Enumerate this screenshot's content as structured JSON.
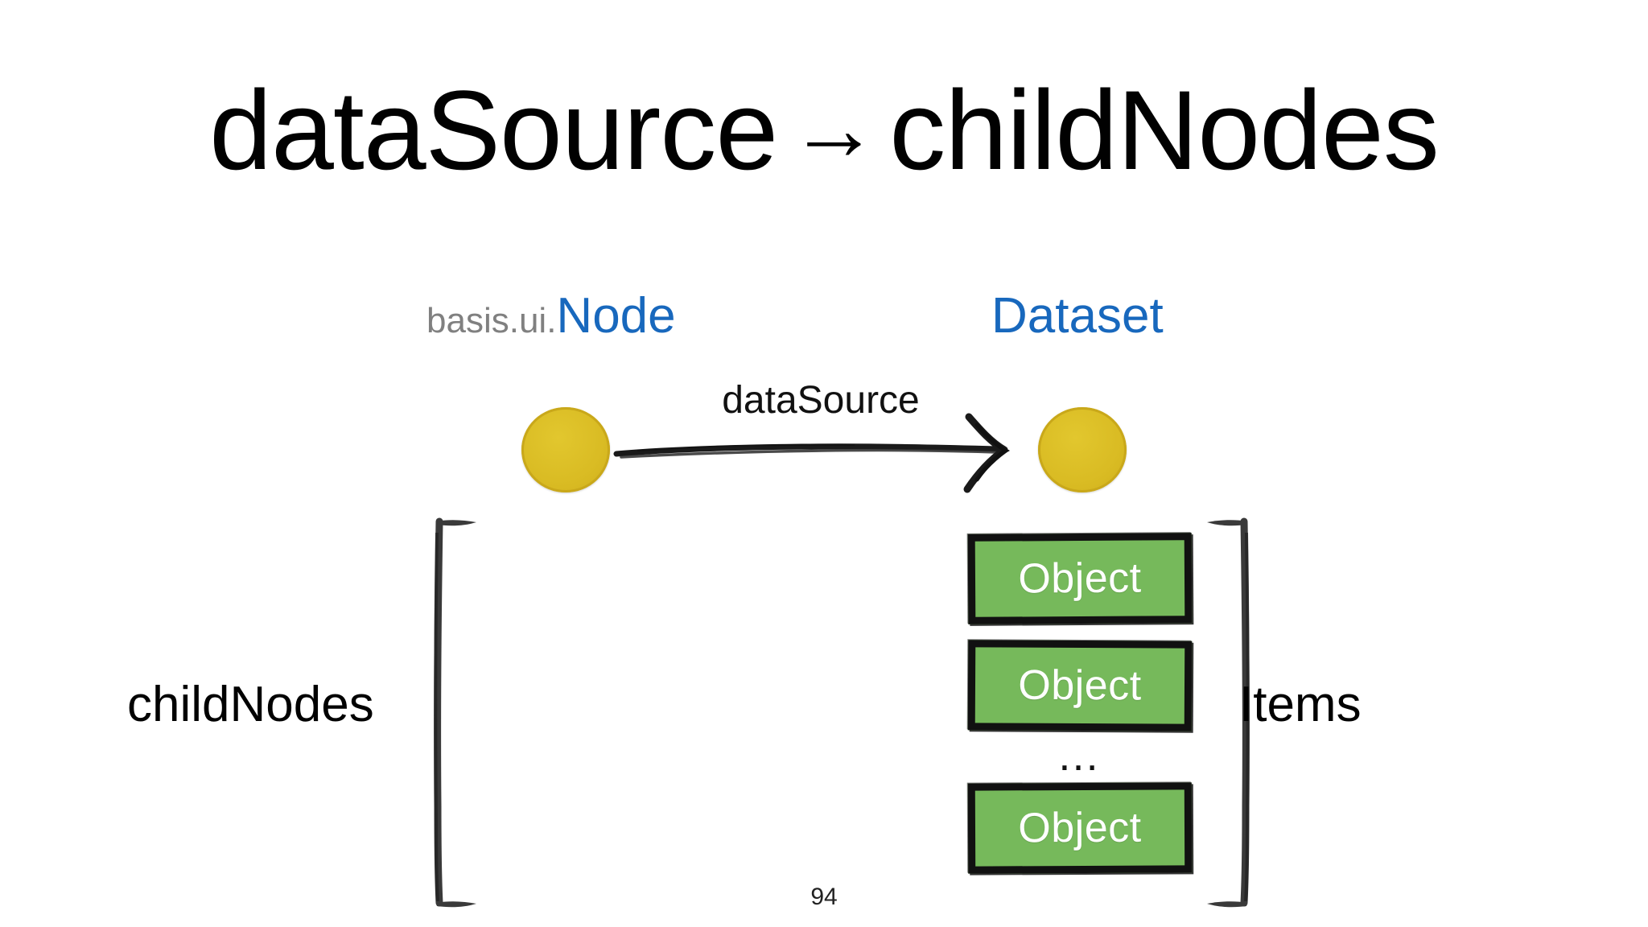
{
  "slide": {
    "title_left": "dataSource",
    "title_arrow": "→",
    "title_right": "childNodes",
    "page_number": "94"
  },
  "headings": {
    "left_namespace": "basis.ui.",
    "left_class": "Node",
    "right_class": "Dataset"
  },
  "connector": {
    "label": "dataSource",
    "arrow_icon": "right-arrow-icon"
  },
  "nodes": [
    {
      "name": "node-circle",
      "label": ""
    },
    {
      "name": "dataset-circle",
      "label": ""
    }
  ],
  "items": {
    "bracket_label": "Items",
    "ellipsis": "‥‥",
    "ellipsis_text": "…",
    "boxes": [
      {
        "label": "Object"
      },
      {
        "label": "Object"
      },
      {
        "label": "Object"
      }
    ]
  },
  "children": {
    "bracket_label": "childNodes"
  },
  "colors": {
    "title_text": "#010101",
    "class_blue": "#1868BD",
    "namespace_gray": "#808080",
    "circle_yellow": "#D9BB23",
    "object_green": "#76B95B",
    "object_border": "#111111",
    "object_text": "#FFFFFF",
    "ink_black": "#1A1A1A",
    "background": "#FFFFFF"
  }
}
